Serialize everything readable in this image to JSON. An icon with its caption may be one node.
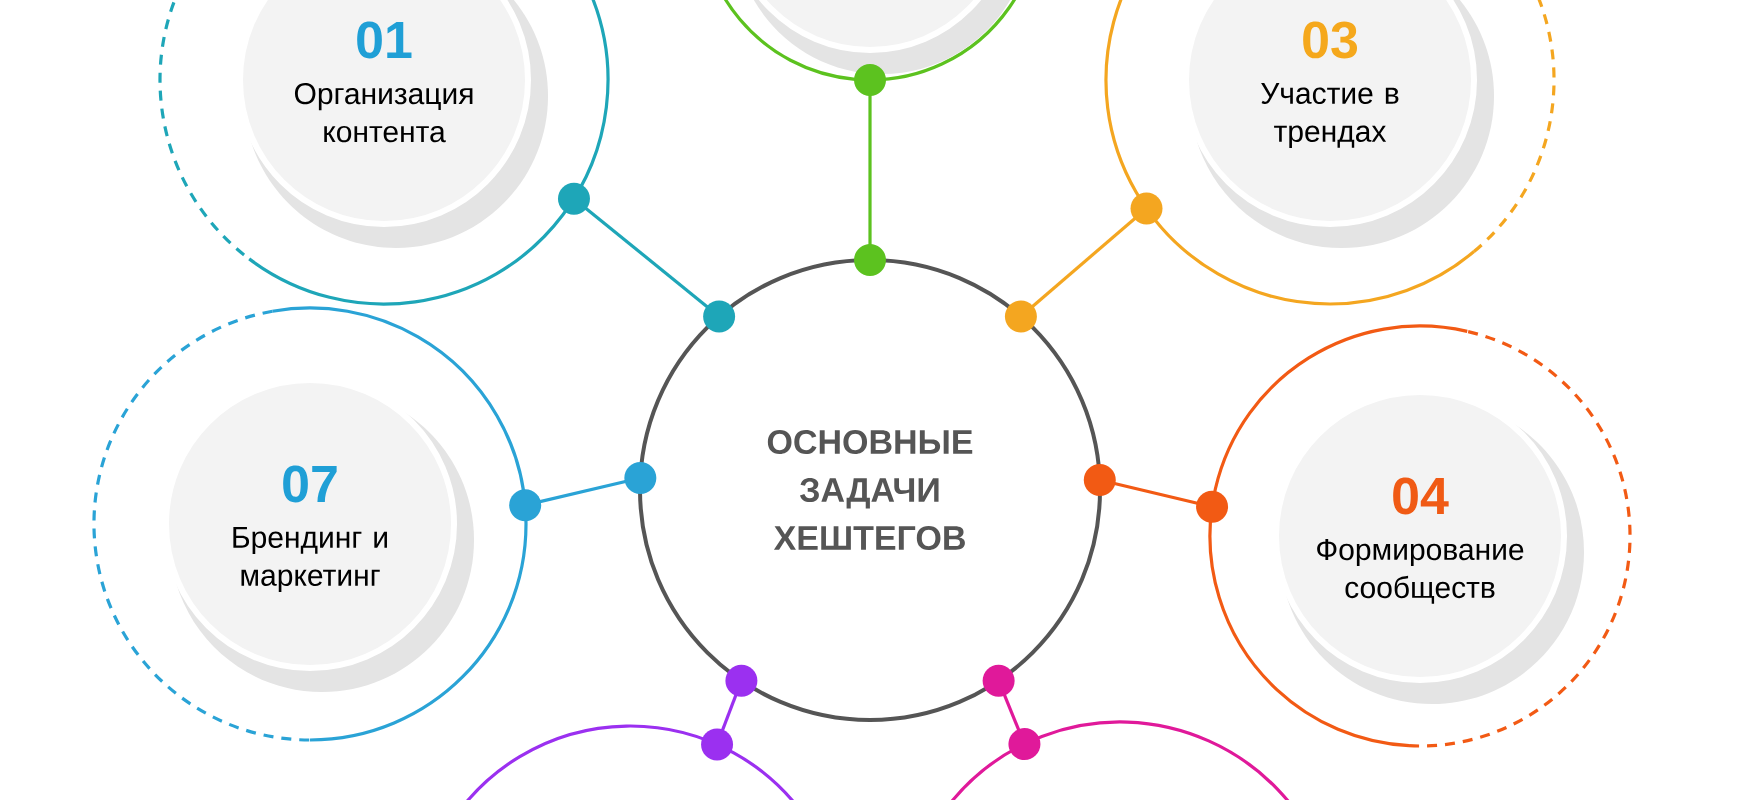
{
  "diagram": {
    "nodes": [
      {
        "text": [
          "01",
          "Организация контента"
        ]
      },
      {
        "text": [],
        "shape": "circle"
      },
      {
        "text": [
          "03",
          "Участие в трендах"
        ]
      },
      {
        "text": [
          "ОСНОВНЫЕ ЗАДАЧИ ХЕШТЕГОВ"
        ]
      },
      {
        "text": [
          "07",
          "Брендинг и маркетинг"
        ]
      },
      {
        "text": [
          "04",
          "Формирование сообществ"
        ]
      },
      {
        "text": [],
        "shape": "circle"
      },
      {
        "text": [],
        "shape": "circle"
      }
    ],
    "edges": [
      {
        "from": 3,
        "to": 0,
        "arrow": "other",
        "color": "#1ea6b8"
      },
      {
        "from": 3,
        "to": 1,
        "arrow": "other",
        "color": "#5cc21f"
      },
      {
        "from": 3,
        "to": 2,
        "arrow": "other",
        "color": "#f4a620"
      },
      {
        "from": 3,
        "to": 5,
        "arrow": "other",
        "color": "#f25a14"
      },
      {
        "from": 3,
        "to": 4,
        "arrow": "other",
        "color": "#2aa3d6"
      },
      {
        "from": 3,
        "to": 6,
        "arrow": "other",
        "color": "#9b30f0"
      },
      {
        "from": 3,
        "to": 7,
        "arrow": "other",
        "color": "#e0199a"
      }
    ]
  }
}
